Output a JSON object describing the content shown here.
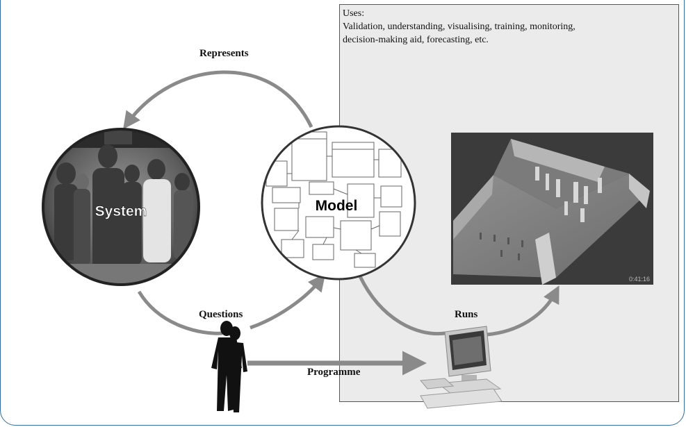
{
  "uses": {
    "heading": "Uses:",
    "line1": "Validation, understanding, visualising, training, monitoring,",
    "line2": "decision-making aid, forecasting, etc."
  },
  "labels": {
    "represents": "Represents",
    "questions": "Questions",
    "runs": "Runs",
    "programme": "Programme"
  },
  "nodes": {
    "system": "System",
    "model": "Model"
  },
  "screen": {
    "timestamp": "0:41:16"
  },
  "colors": {
    "frame": "#2f6f9e",
    "arrow": "#8a8a8a",
    "panel": "#ebebeb"
  }
}
